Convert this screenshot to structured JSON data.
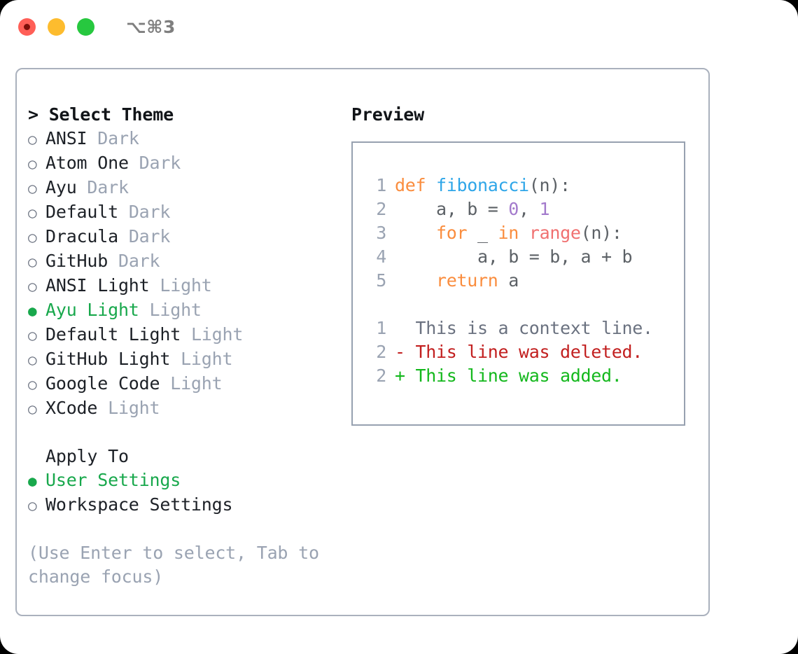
{
  "window": {
    "title": "⌥⌘3",
    "traffic_lights": [
      "close",
      "minimize",
      "maximize"
    ]
  },
  "theme_list": {
    "heading": "> Select Theme",
    "items": [
      {
        "bullet": "○",
        "label": "ANSI",
        "tag": "Dark",
        "selected": false
      },
      {
        "bullet": "○",
        "label": "Atom One",
        "tag": "Dark",
        "selected": false
      },
      {
        "bullet": "○",
        "label": "Ayu",
        "tag": "Dark",
        "selected": false
      },
      {
        "bullet": "○",
        "label": "Default",
        "tag": "Dark",
        "selected": false
      },
      {
        "bullet": "○",
        "label": "Dracula",
        "tag": "Dark",
        "selected": false
      },
      {
        "bullet": "○",
        "label": "GitHub",
        "tag": "Dark",
        "selected": false
      },
      {
        "bullet": "○",
        "label": "ANSI Light",
        "tag": "Light",
        "selected": false
      },
      {
        "bullet": "●",
        "label": "Ayu Light",
        "tag": "Light",
        "selected": true
      },
      {
        "bullet": "○",
        "label": "Default Light",
        "tag": "Light",
        "selected": false
      },
      {
        "bullet": "○",
        "label": "GitHub Light",
        "tag": "Light",
        "selected": false
      },
      {
        "bullet": "○",
        "label": "Google Code",
        "tag": "Light",
        "selected": false
      },
      {
        "bullet": "○",
        "label": "XCode",
        "tag": "Light",
        "selected": false
      }
    ]
  },
  "apply_to": {
    "heading": "Apply To",
    "items": [
      {
        "bullet": "●",
        "label": "User Settings",
        "selected": true
      },
      {
        "bullet": "○",
        "label": "Workspace Settings",
        "selected": false
      }
    ]
  },
  "hint": "(Use Enter to select, Tab to change focus)",
  "preview": {
    "title": "Preview",
    "code_lines": [
      {
        "num": "1",
        "tokens": [
          {
            "t": "def ",
            "c": "kw"
          },
          {
            "t": "fibonacci",
            "c": "fn"
          },
          {
            "t": "(n):",
            "c": "pl"
          }
        ]
      },
      {
        "num": "2",
        "tokens": [
          {
            "t": "    a, b = ",
            "c": "pl"
          },
          {
            "t": "0",
            "c": "num"
          },
          {
            "t": ", ",
            "c": "pl"
          },
          {
            "t": "1",
            "c": "num"
          }
        ]
      },
      {
        "num": "3",
        "tokens": [
          {
            "t": "    ",
            "c": "pl"
          },
          {
            "t": "for",
            "c": "kw"
          },
          {
            "t": " _ ",
            "c": "pl"
          },
          {
            "t": "in",
            "c": "kw"
          },
          {
            "t": " ",
            "c": "pl"
          },
          {
            "t": "range",
            "c": "bi"
          },
          {
            "t": "(n):",
            "c": "pl"
          }
        ]
      },
      {
        "num": "4",
        "tokens": [
          {
            "t": "        a, b = b, a + b",
            "c": "pl"
          }
        ]
      },
      {
        "num": "5",
        "tokens": [
          {
            "t": "    ",
            "c": "pl"
          },
          {
            "t": "return",
            "c": "kw"
          },
          {
            "t": " a",
            "c": "pl"
          }
        ]
      }
    ],
    "diff_lines": [
      {
        "num": "1",
        "marker": "  ",
        "text": "This is a context line.",
        "kind": "ctx"
      },
      {
        "num": "2",
        "marker": "- ",
        "text": "This line was deleted.",
        "kind": "del"
      },
      {
        "num": "2",
        "marker": "+ ",
        "text": "This line was added.",
        "kind": "add"
      }
    ]
  },
  "colors": {
    "accent_green": "#18a84c",
    "keyword_orange": "#fa8d3e",
    "function_blue": "#2fa6e8",
    "number_purple": "#a37acc",
    "builtin_red": "#f07171",
    "diff_delete": "#c21f1f",
    "diff_add": "#14b81d",
    "muted_gray": "#9aa3b2",
    "border": "#aab1bd"
  }
}
